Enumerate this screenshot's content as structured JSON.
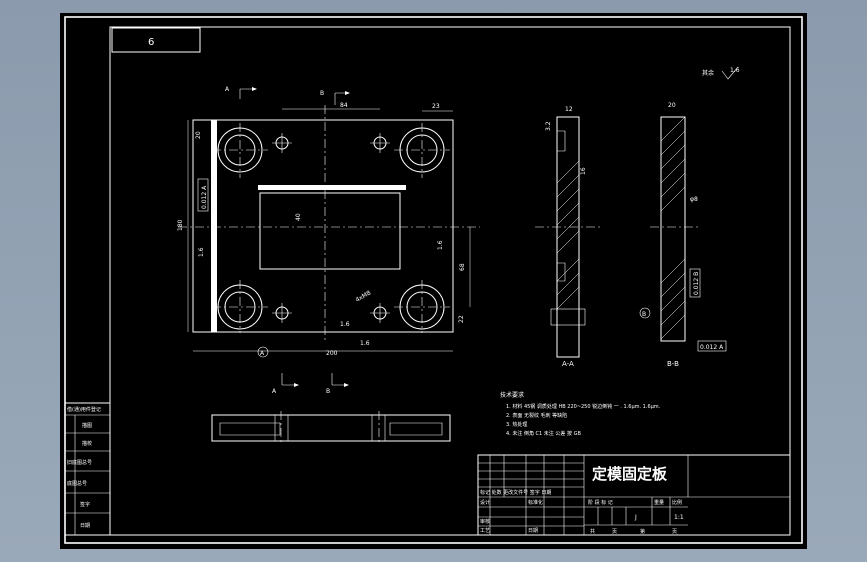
{
  "drawing": {
    "sheet_number": "6",
    "title": "定模固定板",
    "roughness_note_label": "其余",
    "roughness_note_value": "1.6"
  },
  "views": {
    "section_a_label": "A",
    "section_b_label": "B",
    "section_aa_label": "A-A",
    "section_bb_label": "B-B",
    "datum_a": "A",
    "datum_b": "B"
  },
  "dimensions": {
    "overall_width": "200",
    "overall_height": "180",
    "hole_spacing_x": "84",
    "edge_offset_x": "23",
    "edge_offset_y_top": "20",
    "edge_offset_y_bottom": "22",
    "vertical_spacing": "68",
    "hole_callout": "4xM8",
    "slot_depth": "40",
    "section_thickness": "20",
    "small_dim_12": "12",
    "small_dim_16": "16",
    "angle_dim": "φ8",
    "tolerance_1": "0.012 A",
    "tolerance_2": "0.012 B",
    "tolerance_3": "0.012 A",
    "roughness_marks": [
      "1.6",
      "1.6",
      "1.6",
      "1.6",
      "3.2",
      "1.6",
      "1.6",
      "3.2"
    ]
  },
  "notes": {
    "heading": "技术要求",
    "lines": [
      "1. 材料 45钢 调质处理 HB 220~250 锐边倒钝 一 . 1.6μm. 1.6μm.",
      "2. 表面 无裂纹 毛刺 等缺陷",
      "3. 热处理",
      "4. 未注 倒角 C1 未注 公差 按 GB"
    ]
  },
  "left_block": {
    "rows": [
      "借(通)用件登记",
      "描图",
      "描校",
      "旧底图总号",
      "底图总号",
      "签字",
      "日期"
    ]
  },
  "title_block": {
    "title": "定模固定板",
    "row_labels": [
      "标记 处数 更改文件号 签字 日期",
      "设计",
      "审核",
      "工艺"
    ],
    "col_labels": [
      "阶 段 标 记",
      "重量",
      "比例"
    ],
    "scale": "1:1",
    "stage": "J",
    "sheet_info": [
      "共",
      "页",
      "第",
      "页"
    ],
    "approval": "日期",
    "standardize": "标准化"
  }
}
